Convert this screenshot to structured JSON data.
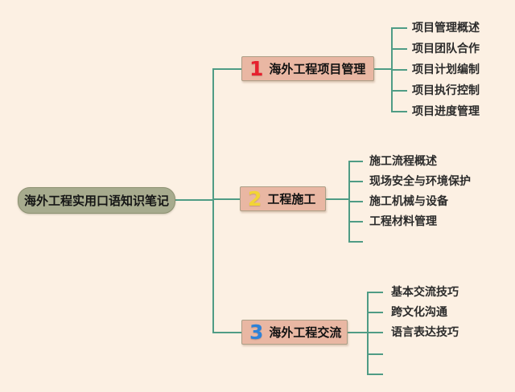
{
  "root": {
    "label": "海外工程实用口语知识笔记"
  },
  "branches": [
    {
      "number": "1",
      "number_color": "#e6202e",
      "label": "海外工程项目管理",
      "items": [
        "项目管理概述",
        "项目团队合作",
        "项目计划编制",
        "项目执行控制",
        "项目进度管理"
      ]
    },
    {
      "number": "2",
      "number_color": "#f2d435",
      "label": "工程施工",
      "items": [
        "施工流程概述",
        "现场安全与环境保护",
        "施工机械与设备",
        "工程材料管理",
        ""
      ]
    },
    {
      "number": "3",
      "number_color": "#2e82d8",
      "label": "海外工程交流",
      "items": [
        "基本交流技巧",
        "跨文化沟通",
        "语言表达技巧",
        "",
        ""
      ]
    }
  ],
  "colors": {
    "page_background": "#fcf0e3",
    "connector": "#4f9c85",
    "root_node_bg": "#a7ab8e",
    "branch_node_bg": "#e9b7a3"
  }
}
